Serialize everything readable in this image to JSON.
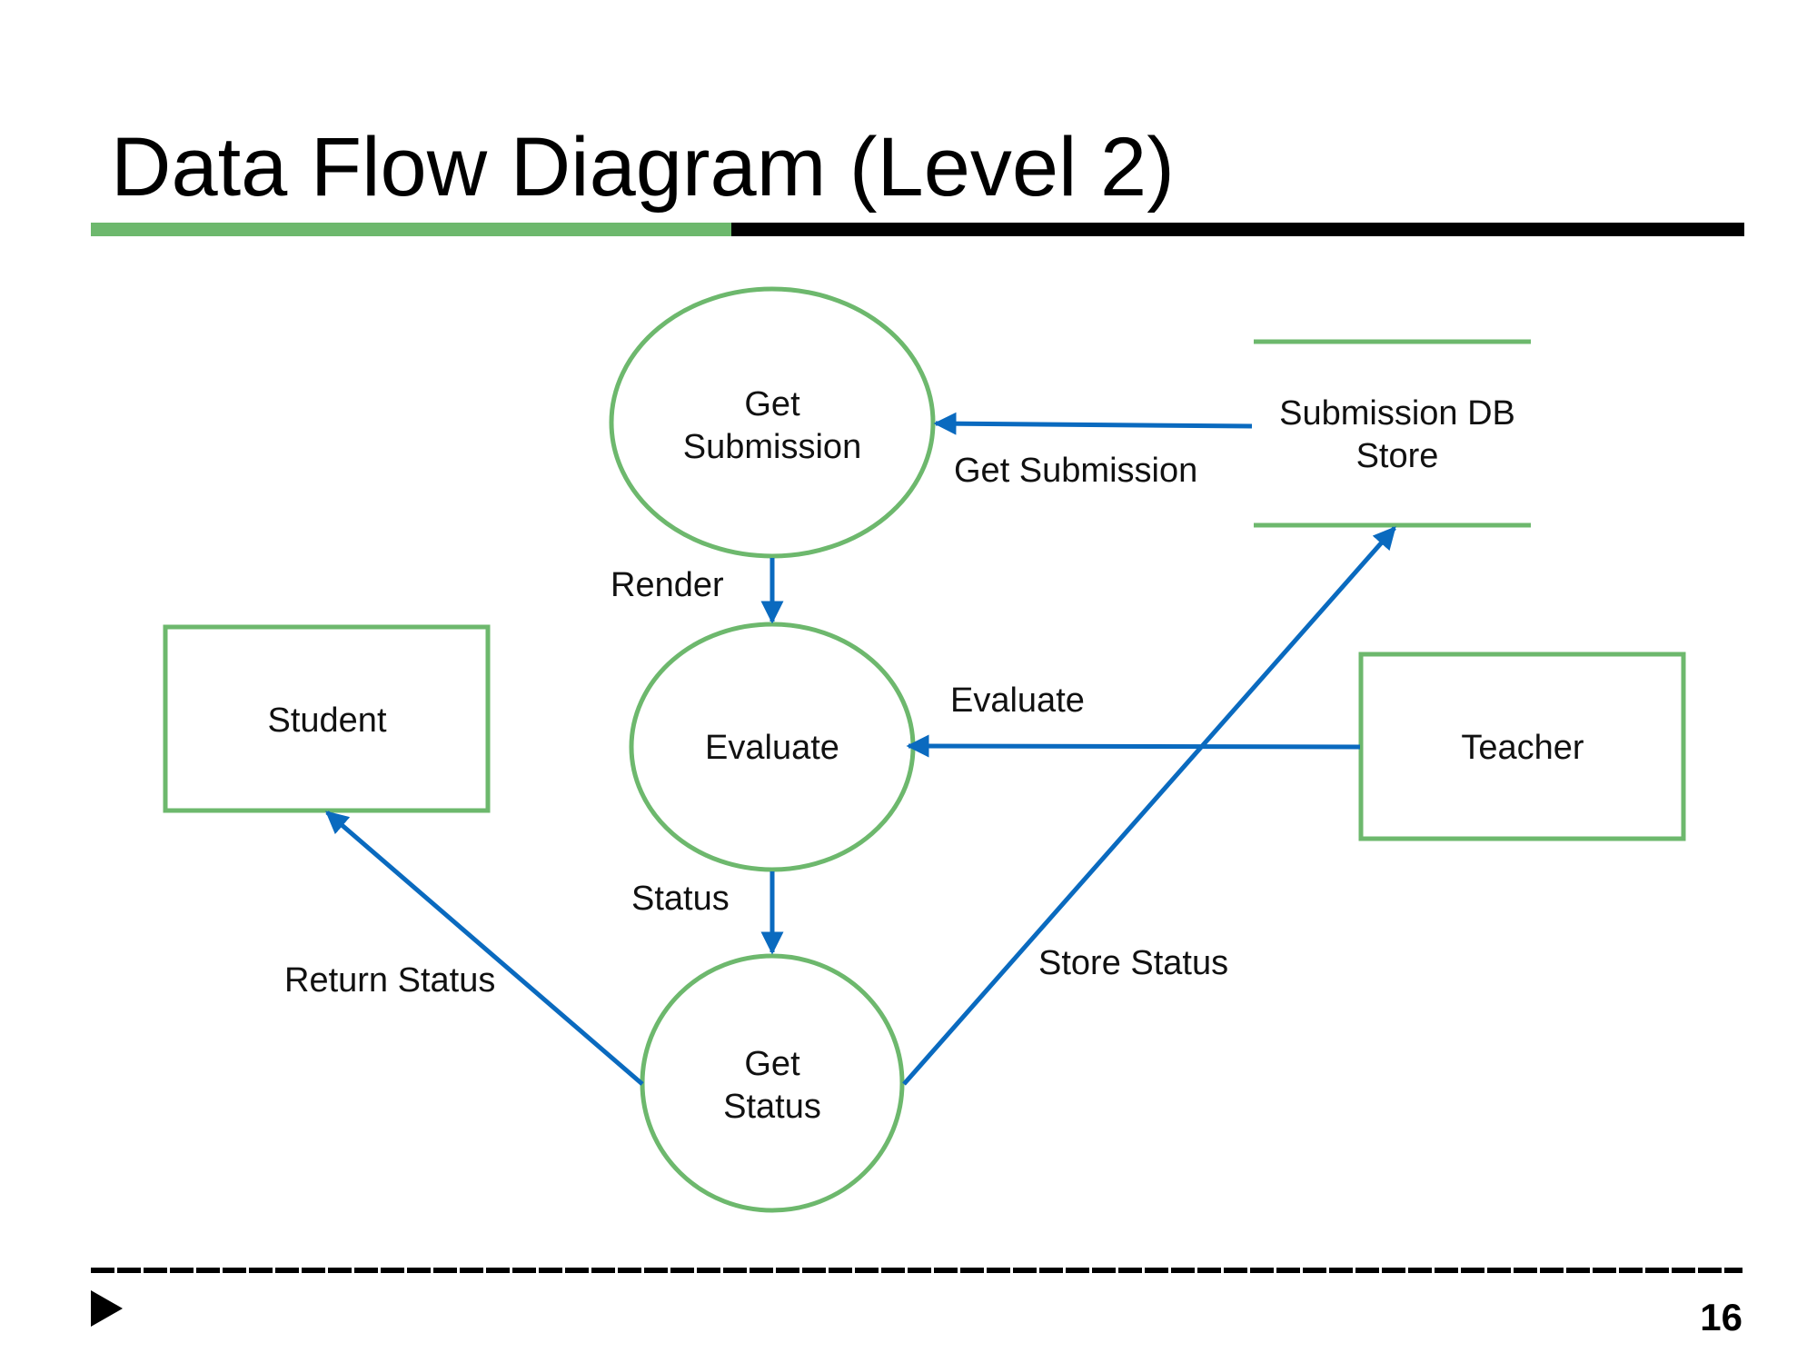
{
  "slide": {
    "title": "Data Flow Diagram (Level 2)",
    "page_number": "16"
  },
  "colors": {
    "node_stroke": "#6db86d",
    "arrow": "#0a6abf",
    "title_bar_accent": "#6db86d",
    "title_bar_dark": "#000000",
    "text": "#111111"
  },
  "nodes": {
    "get_submission": {
      "line1": "Get",
      "line2": "Submission"
    },
    "evaluate": {
      "line1": "Evaluate"
    },
    "get_status": {
      "line1": "Get",
      "line2": "Status"
    },
    "submission_store": {
      "line1": "Submission DB",
      "line2": "Store"
    },
    "student": {
      "label": "Student"
    },
    "teacher": {
      "label": "Teacher"
    }
  },
  "flows": {
    "get_submission": "Get Submission",
    "render": "Render",
    "evaluate": "Evaluate",
    "status": "Status",
    "return_status": "Return Status",
    "store_status": "Store Status"
  }
}
